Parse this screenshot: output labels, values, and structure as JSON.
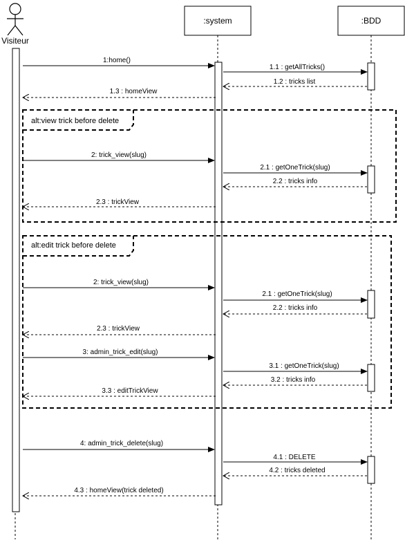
{
  "participants": {
    "actor": "Visiteur",
    "system": ":system",
    "bdd": ":BDD"
  },
  "frames": {
    "view": "alt:view trick before delete",
    "edit": "alt:edit trick before delete"
  },
  "messages": {
    "m1": "1:home()",
    "m1_1": "1.1 : getAllTricks()",
    "m1_2": "1.2 : tricks list",
    "m1_3": "1.3 : homeView",
    "m2": "2: trick_view(slug)",
    "m2_1": "2.1 : getOneTrick(slug)",
    "m2_2": "2.2 : tricks info",
    "m2_3": "2.3 : trickView",
    "m2b": "2: trick_view(slug)",
    "m2b_1": "2.1 : getOneTrick(slug)",
    "m2b_2": "2.2 : tricks info",
    "m2b_3": "2.3 : trickView",
    "m3": "3: admin_trick_edit(slug)",
    "m3_1": "3.1 : getOneTrick(slug)",
    "m3_2": "3.2 : tricks info",
    "m3_3": "3.3 : editTrickView",
    "m4": "4: admin_trick_delete(slug)",
    "m4_1": "4.1 : DELETE",
    "m4_2": "4.2 : tricks deleted",
    "m4_3": "4.3 : homeView(trick deleted)"
  }
}
